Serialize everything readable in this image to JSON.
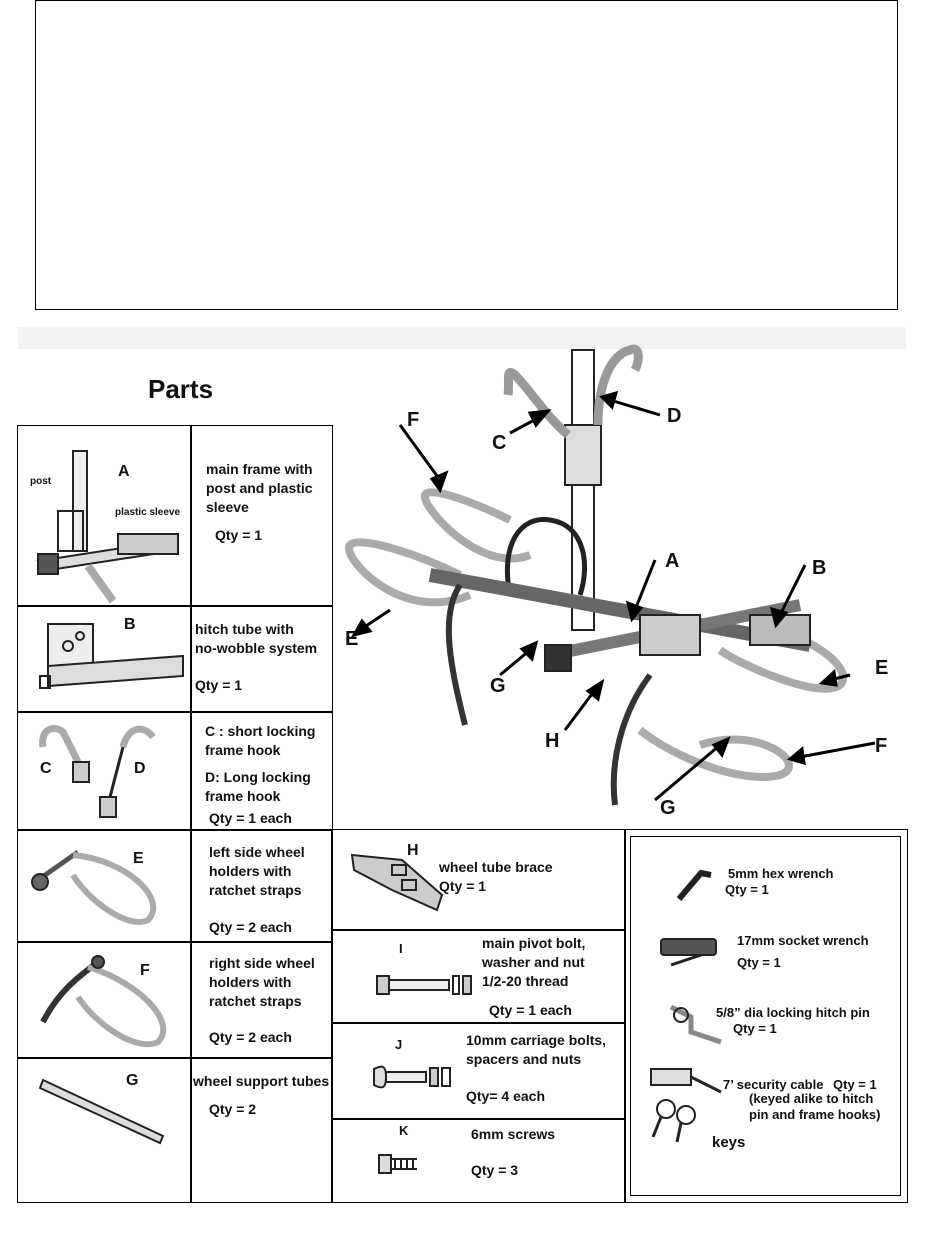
{
  "title": "Parts",
  "diagram_labels": {
    "A": "A",
    "B": "B",
    "C": "C",
    "D": "D",
    "E": "E",
    "E2": "E",
    "F": "F",
    "F2": "F",
    "G": "G",
    "G2": "G",
    "H": "H"
  },
  "parts": {
    "a": {
      "letter": "A",
      "desc": "main frame with\npost and plastic\nsleeve",
      "qty": "Qty = 1",
      "post": "post",
      "sleeve": "plastic sleeve"
    },
    "b": {
      "letter": "B",
      "desc": "hitch tube with\nno-wobble system",
      "qty": "Qty = 1"
    },
    "cd": {
      "c": "C",
      "d": "D",
      "desc_c": "C :  short locking\nframe hook",
      "desc_d": "D: Long locking\nframe hook",
      "qty": "Qty = 1 each"
    },
    "e": {
      "letter": "E",
      "desc": "left side wheel\nholders with\nratchet straps",
      "qty": "Qty = 2 each"
    },
    "f": {
      "letter": "F",
      "desc": "right side wheel\nholders with\nratchet straps",
      "qty": "Qty = 2 each"
    },
    "g": {
      "letter": "G",
      "desc": "wheel support tubes",
      "qty": "Qty = 2"
    },
    "h": {
      "letter": "H",
      "desc": "wheel tube brace",
      "qty": "Qty = 1"
    },
    "i": {
      "letter": "I",
      "desc": "main pivot bolt,\nwasher and nut\n1/2-20 thread",
      "qty": "Qty = 1 each"
    },
    "j": {
      "letter": "J",
      "desc": "10mm carriage bolts,\nspacers and nuts",
      "qty": "Qty= 4 each"
    },
    "k": {
      "letter": "K",
      "desc": "6mm screws",
      "qty": "Qty = 3"
    }
  },
  "tools": {
    "hex": {
      "name": "5mm hex wrench",
      "qty": "Qty = 1"
    },
    "socket": {
      "name": "17mm socket wrench",
      "qty": "Qty = 1"
    },
    "pin": {
      "name": "5/8” dia locking hitch pin",
      "qty": "Qty = 1"
    },
    "cable": {
      "name": "7’ security cable",
      "qty": "Qty = 1",
      "note": "(keyed alike to hitch\npin and frame hooks)"
    },
    "keys": "keys"
  }
}
